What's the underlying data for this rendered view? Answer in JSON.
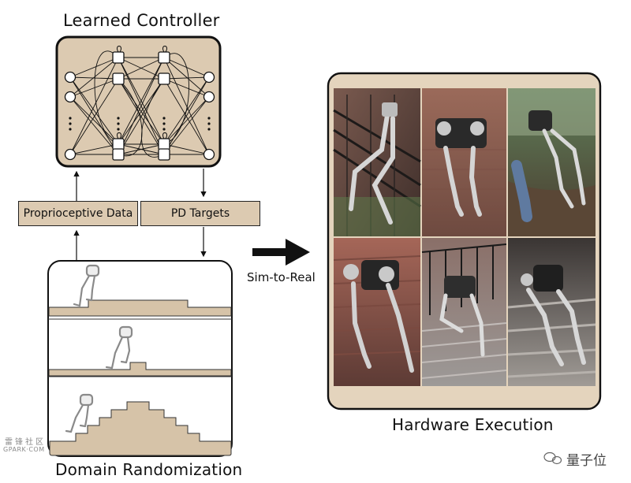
{
  "titles": {
    "controller": "Learned Controller",
    "domain": "Domain Randomization",
    "hardware": "Hardware Execution"
  },
  "labels": {
    "proprio": "Proprioceptive Data",
    "pd": "PD Targets",
    "sim2real": "Sim-to-Real"
  },
  "watermark": {
    "left_top": "雷锋社区",
    "left_bottom": "GPARK·COM",
    "right": "量子位"
  },
  "colors": {
    "box_fill": "#dccab1",
    "ground_fill": "#d6c3a8",
    "border": "#222222",
    "photo_frame": "#e4d4bd"
  }
}
